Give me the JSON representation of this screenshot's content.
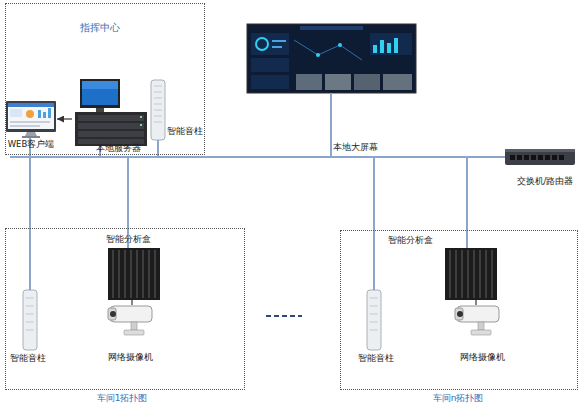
{
  "diagram": {
    "nodes": [
      {
        "text": [
          "指挥中心"
        ]
      },
      {
        "text": [
          "WEB客户端"
        ],
        "in": 0
      },
      {
        "text": [
          "本地服务器"
        ],
        "in": 0
      },
      {
        "text": [
          "智能音柱"
        ],
        "in": 0
      },
      {
        "text": [
          "本地大屏幕"
        ]
      },
      {
        "text": [
          "交换机/路由器"
        ]
      },
      {
        "text": [
          "车间1拓扑图"
        ]
      },
      {
        "text": [
          "智能分析盒"
        ],
        "in": 6
      },
      {
        "text": [
          "智能音柱"
        ],
        "in": 6
      },
      {
        "text": [
          "网络摄像机"
        ],
        "in": 6
      },
      {
        "text": [
          "车间n拓扑图"
        ]
      },
      {
        "text": [
          "智能分析盒"
        ],
        "in": 10
      },
      {
        "text": [
          "智能音柱"
        ],
        "in": 10
      },
      {
        "text": [
          "网络摄像机"
        ],
        "in": 10
      }
    ],
    "edges": [
      {
        "from": 2,
        "to": 1,
        "arrow": "to"
      },
      {
        "from": 1,
        "to": 5,
        "arrow": "none"
      },
      {
        "from": 2,
        "to": 5,
        "arrow": "none"
      },
      {
        "from": 3,
        "to": 5,
        "arrow": "none"
      },
      {
        "from": 4,
        "to": 5,
        "arrow": "none"
      },
      {
        "from": 7,
        "to": 5,
        "arrow": "none"
      },
      {
        "from": 8,
        "to": 5,
        "arrow": "none"
      },
      {
        "from": 7,
        "to": 9,
        "arrow": "none"
      },
      {
        "from": 11,
        "to": 5,
        "arrow": "none"
      },
      {
        "from": 12,
        "to": 5,
        "arrow": "none"
      },
      {
        "from": 11,
        "to": 13,
        "arrow": "none"
      }
    ]
  }
}
